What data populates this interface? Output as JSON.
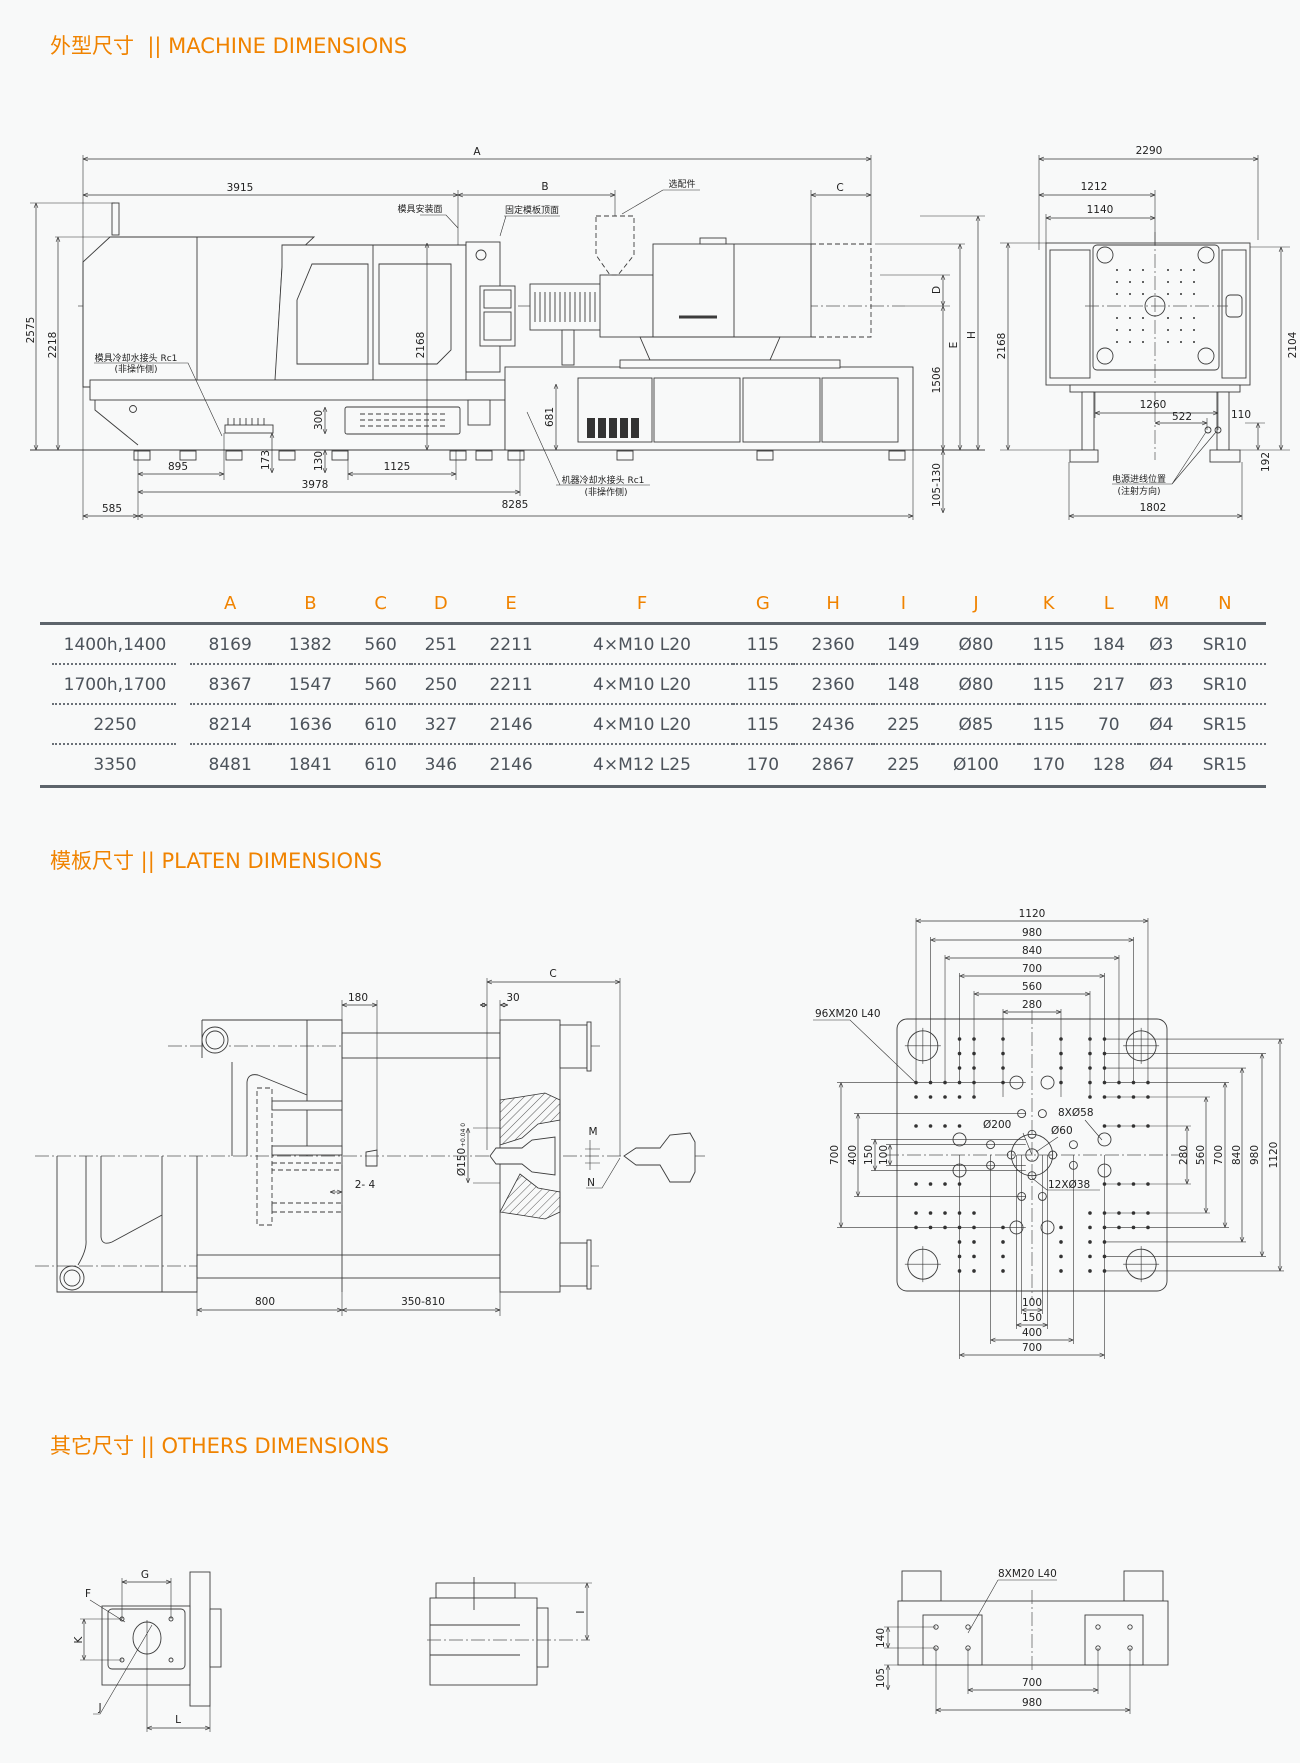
{
  "sections": {
    "machine": "外型尺寸  || MACHINE DIMENSIONS",
    "platen": "模板尺寸 || PLATEN DIMENSIONS",
    "others": "其它尺寸 || OTHERS DIMENSIONS"
  },
  "machine_drawing": {
    "A": "A",
    "B": "B",
    "C": "C",
    "D": "D",
    "E": "E",
    "H": "H",
    "d3915": "3915",
    "optional": "选配件",
    "mold_mount": "模具安装面",
    "fixed_platen_top": "固定模板顶面",
    "d2575": "2575",
    "d2218": "2218",
    "d2168": "2168",
    "d1506": "1506",
    "d105_130": "105-130",
    "d300": "300",
    "d681": "681",
    "d173": "173",
    "d130": "130",
    "d895": "895",
    "d1125": "1125",
    "d3978": "3978",
    "d585": "585",
    "d8285": "8285",
    "mold_water": "模具冷却水接头 Rc1",
    "mold_water_side": "(非操作侧)",
    "machine_water": "机器冷却水接头 Rc1",
    "machine_water_side": "(非操作侧)",
    "d2290": "2290",
    "d1212": "1212",
    "d1140": "1140",
    "d2168r": "2168",
    "d2104": "2104",
    "d1260": "1260",
    "d522": "522",
    "d110": "110",
    "d192": "192",
    "d1802": "1802",
    "power_in": "电源进线位置",
    "power_in_dir": "(注射方向)"
  },
  "table": {
    "columns": [
      "",
      "A",
      "B",
      "C",
      "D",
      "E",
      "F",
      "G",
      "H",
      "I",
      "J",
      "K",
      "L",
      "M",
      "N"
    ],
    "rows": [
      {
        "model": "1400h,1400",
        "values": [
          "8169",
          "1382",
          "560",
          "251",
          "2211",
          "4×M10 L20",
          "115",
          "2360",
          "149",
          "Ø80",
          "115",
          "184",
          "Ø3",
          "SR10"
        ]
      },
      {
        "model": "1700h,1700",
        "values": [
          "8367",
          "1547",
          "560",
          "250",
          "2211",
          "4×M10 L20",
          "115",
          "2360",
          "148",
          "Ø80",
          "115",
          "217",
          "Ø3",
          "SR10"
        ]
      },
      {
        "model": "2250",
        "values": [
          "8214",
          "1636",
          "610",
          "327",
          "2146",
          "4×M10 L20",
          "115",
          "2436",
          "225",
          "Ø85",
          "115",
          "70",
          "Ø4",
          "SR15"
        ]
      },
      {
        "model": "3350",
        "values": [
          "8481",
          "1841",
          "610",
          "346",
          "2146",
          "4×M12 L25",
          "170",
          "2867",
          "225",
          "Ø100",
          "170",
          "128",
          "Ø4",
          "SR15"
        ]
      }
    ]
  },
  "platen_side": {
    "C": "C",
    "d180": "180",
    "d30": "30",
    "d150": "Ø150",
    "tol": "+0.04 0",
    "M": "M",
    "N": "N",
    "d2_4": "2- 4",
    "d800": "800",
    "d350_810": "350-810"
  },
  "platen_front": {
    "top": [
      "1120",
      "980",
      "840",
      "700",
      "560",
      "280"
    ],
    "right": [
      "280",
      "560",
      "700",
      "840",
      "980",
      "1120"
    ],
    "left": [
      "700",
      "400",
      "150",
      "100"
    ],
    "bottom": [
      "100",
      "150",
      "400",
      "700"
    ],
    "screws": "96XM20 L40",
    "d200": "Ø200",
    "d60": "Ø60",
    "holes58": "8XØ58",
    "holes38": "12XØ38"
  },
  "others": {
    "G": "G",
    "F": "F",
    "K": "K",
    "J": "J",
    "L": "L",
    "I": "I",
    "screws": "8XM20 L40",
    "d140": "140",
    "d105": "105",
    "d700": "700",
    "d980": "980"
  },
  "colors": {
    "accent": "#f08300",
    "text": "#4c535b",
    "background": "#f8f9f9"
  }
}
